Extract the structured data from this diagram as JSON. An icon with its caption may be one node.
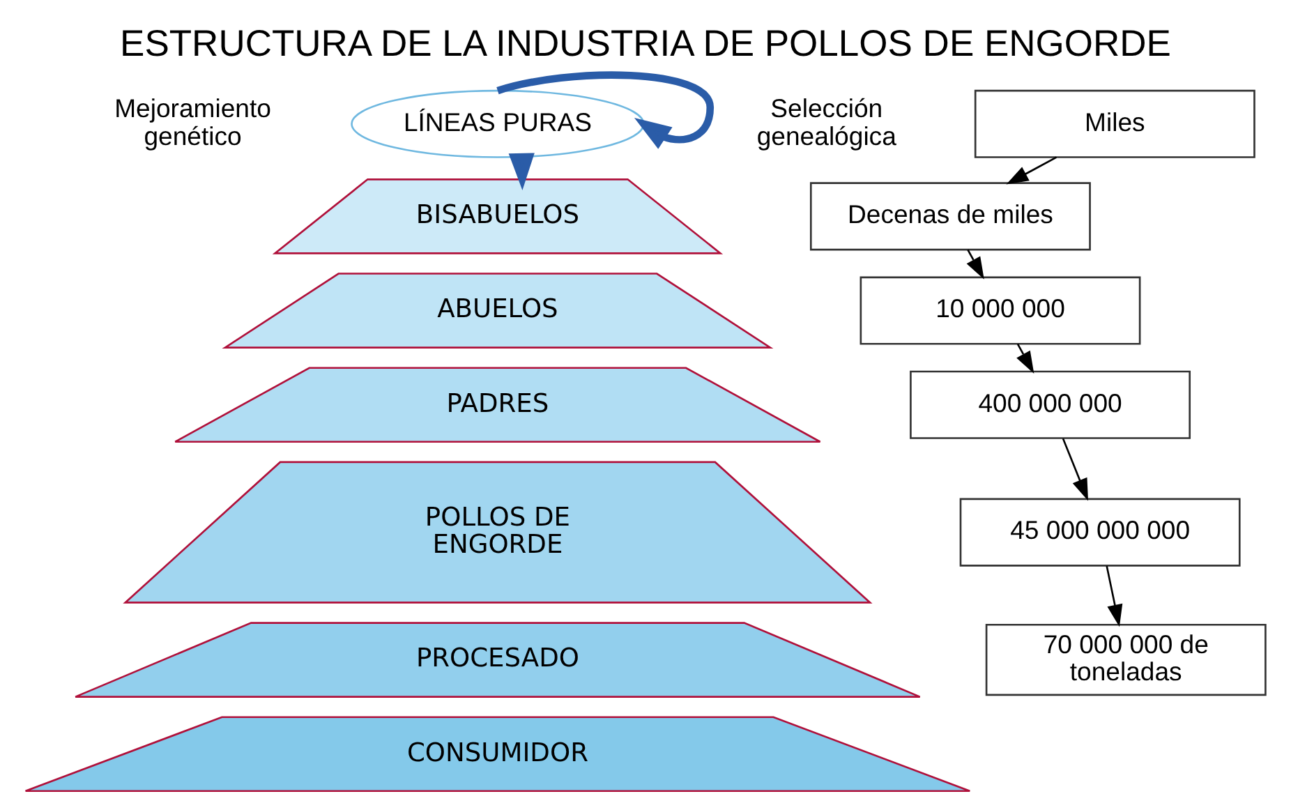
{
  "diagram": {
    "title": "ESTRUCTURA DE LA INDUSTRIA DE POLLOS DE ENGORDE",
    "nodes": [
      {
        "text": [
          "LÍNEAS PURAS"
        ]
      },
      {
        "text": [
          "BISABUELOS"
        ]
      },
      {
        "text": [
          "ABUELOS"
        ]
      },
      {
        "text": [
          "PADRES"
        ]
      },
      {
        "text": [
          "POLLOS DE ENGORDE"
        ]
      },
      {
        "text": [
          "PROCESADO"
        ]
      },
      {
        "text": [
          "CONSUMIDOR"
        ]
      },
      {
        "text": [
          "Miles"
        ]
      },
      {
        "text": [
          "Decenas de miles"
        ]
      },
      {
        "text": [
          "10 000 000"
        ]
      },
      {
        "text": [
          "400 000 000"
        ]
      },
      {
        "text": [
          "45 000 000 000"
        ]
      },
      {
        "text": [
          "70 000 000 de toneladas"
        ]
      }
    ],
    "edges": [
      {
        "from": 0,
        "to": 0,
        "arrow": "to",
        "style": "thick",
        "color": "#2a5ca8"
      },
      {
        "from": 0,
        "to": 1,
        "arrow": "to",
        "style": "thick",
        "color": "#2a5ca8"
      },
      {
        "from": 7,
        "to": 8,
        "arrow": "to"
      },
      {
        "from": 8,
        "to": 9,
        "arrow": "to"
      },
      {
        "from": 9,
        "to": 10,
        "arrow": "to"
      },
      {
        "from": 10,
        "to": 11,
        "arrow": "to"
      },
      {
        "from": 11,
        "to": 12,
        "arrow": "to"
      }
    ],
    "labels": [
      "Mejoramiento genético",
      "Selección genealógica"
    ]
  }
}
